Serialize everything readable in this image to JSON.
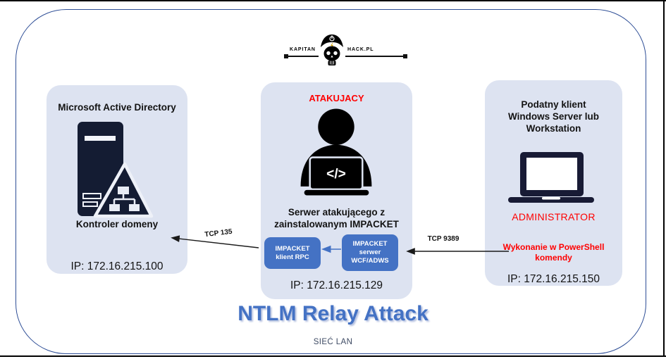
{
  "colors": {
    "accent_blue": "#4472C4",
    "panel_background": "#DDE3F1",
    "frame_border": "#2E4E96",
    "alert_red": "#FF0000",
    "icon_dark_navy": "#141C33",
    "icon_black": "#000000"
  },
  "logo": {
    "left_text": "KAPITAN",
    "right_text": "HACK.PL",
    "icon": "pirate-skull-icon"
  },
  "panels": {
    "domain_controller": {
      "title": "Microsoft Active Directory",
      "icon": "active-directory-server-icon",
      "subtitle": "Kontroler domeny",
      "ip": "IP: 172.16.215.100"
    },
    "attacker": {
      "label": "ATAKUJACY",
      "icon": "hacker-laptop-icon",
      "code_glyph": "</>",
      "title": "Serwer atakującego z zainstalowanym IMPACKET",
      "client_box": "IMPACKET klient RPC",
      "server_box": "IMPACKET serwer WCF/ADWS",
      "ip": "IP: 172.16.215.129"
    },
    "client": {
      "title": "Podatny klient Windows Server lub Workstation",
      "icon": "laptop-icon",
      "role": "ADMINISTRATOR",
      "action": "Wykonanie w PowerShell komendy",
      "ip": "IP: 172.16.215.150"
    }
  },
  "connections": {
    "tcp135": "TCP 135",
    "tcp9389": "TCP 9389"
  },
  "footer": {
    "title": "NTLM Relay Attack",
    "subtitle": "SIEĆ LAN"
  }
}
